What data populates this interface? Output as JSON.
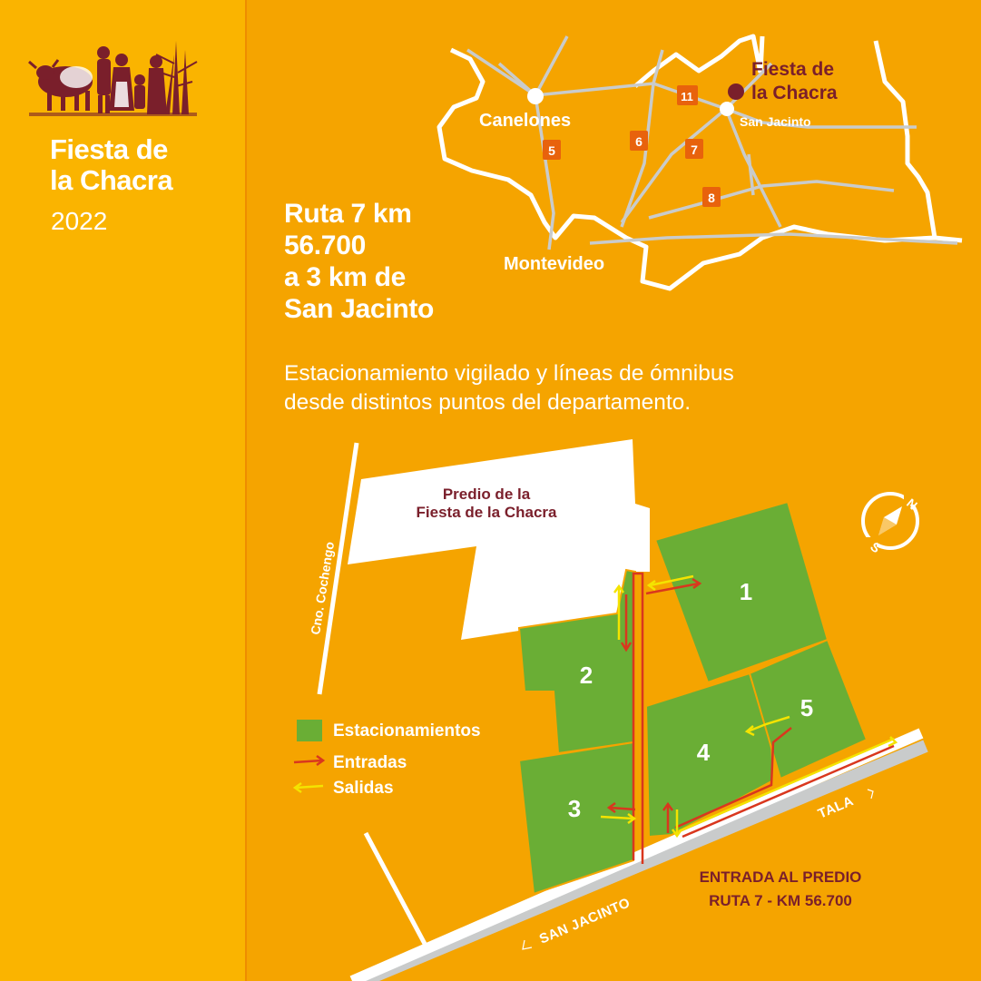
{
  "brand": {
    "title_line1": "Fiesta de",
    "title_line2": "la Chacra",
    "year": "2022"
  },
  "location": {
    "line1": "Ruta 7 km",
    "line2": "56.700",
    "line3": "a 3 km de",
    "line4": "San Jacinto"
  },
  "description": {
    "line1": "Estacionamiento vigilado y líneas de ómnibus",
    "line2": "desde distintos puntos del departamento."
  },
  "region_map": {
    "cities": {
      "canelones": "Canelones",
      "montevideo": "Montevideo",
      "san_jacinto": "San Jacinto"
    },
    "event_line1": "Fiesta de",
    "event_line2": "la Chacra",
    "route_badges": [
      "5",
      "6",
      "7",
      "8",
      "11"
    ],
    "badge_color": "#E8620C",
    "event_marker_color": "#7A1F2B"
  },
  "site_map": {
    "venue_line1": "Predio de la",
    "venue_line2": "Fiesta de la Chacra",
    "road_cochengo": "Cno. Cochengo",
    "road_san_jacinto": "SAN JACINTO",
    "road_tala": "TALA",
    "lots": [
      "1",
      "2",
      "3",
      "4",
      "5"
    ],
    "entrance_line1": "ENTRADA AL PREDIO",
    "entrance_line2": "RUTA 7 - KM 56.700",
    "compass_n": "N",
    "compass_s": "S"
  },
  "legend": {
    "parking": "Estacionamientos",
    "entries": "Entradas",
    "exits": "Salidas"
  },
  "colors": {
    "background": "#F5A400",
    "sidebar": "#FAB400",
    "parking_green": "#6AAE35",
    "entry_arrow": "#D9371E",
    "exit_arrow": "#F4E300",
    "dark_text": "#7A1F2B"
  }
}
